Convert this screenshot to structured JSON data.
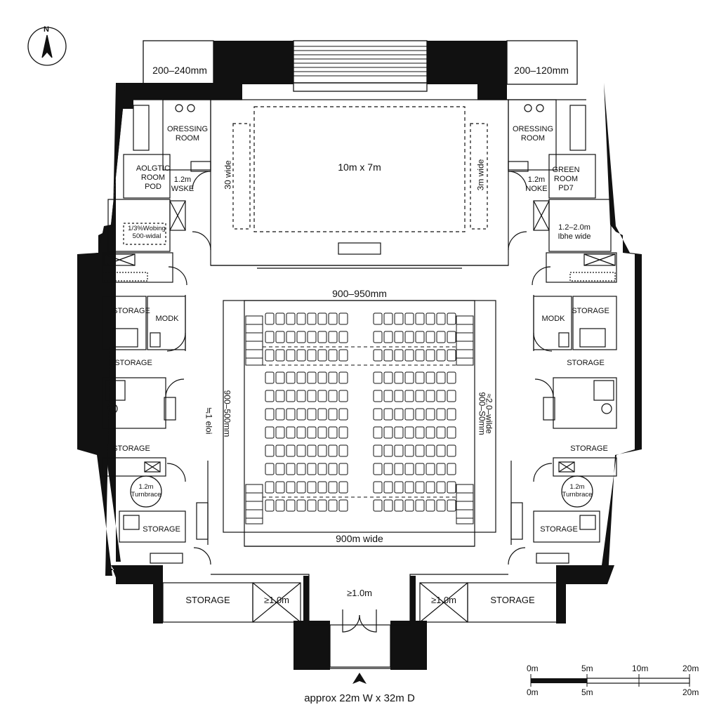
{
  "north": {
    "label": "N"
  },
  "top": {
    "left_dim": "200–240mm",
    "right_dim": "200–120mm"
  },
  "stage": {
    "size": "10m x 7m",
    "left_side": "30 wide",
    "right_side": "3m wide"
  },
  "left_rooms": {
    "dressing": "ORESSING\nROOM",
    "acoustic": "AOLGTIC\nROOM\nPOD",
    "acoustic_dim": "1.2m\nWSKE",
    "waiting": "1/3%Wobing\n500-widal",
    "storage_1": "STORAGE",
    "modk": "MODK",
    "storage_2": "STORAGE",
    "storage_3": "STORAGE",
    "turn": "1.2m\nTurnbrace",
    "storage_4": "STORAGE"
  },
  "right_rooms": {
    "dressing": "ORESSING\nROOM",
    "green": "GREEN\nROOM\nPD7",
    "green_dim": "1.2m\nNOKE",
    "wide": "1.2–2.0m\nIbhe wide",
    "modk": "MODK",
    "storage_1": "STORAGE",
    "storage_2": "STORAGE",
    "storage_3": "STORAGE",
    "turn": "1.2m\nTurnbrace",
    "storage_4": "STORAGE"
  },
  "hall": {
    "top_dim": "900–950mm",
    "left_dim_a": "≒1 eloi",
    "left_dim_b": "900–500mm",
    "right_dim_a": "900–S0mm",
    "right_dim_b": "≈2.0–wilde",
    "bottom_dim": "900m wide"
  },
  "bottom": {
    "storage_left": "STORAGE",
    "lobby_left": "≥1.0m",
    "entrance": "≥1.0m",
    "lobby_right": "≥1.0m",
    "storage_right": "STORAGE"
  },
  "scale": {
    "top_labels": [
      "0m",
      "5m",
      "10m",
      "20m"
    ],
    "bottom_labels": [
      "0m",
      "5m",
      "20m"
    ]
  },
  "caption": "approx 22m W x 32m D"
}
